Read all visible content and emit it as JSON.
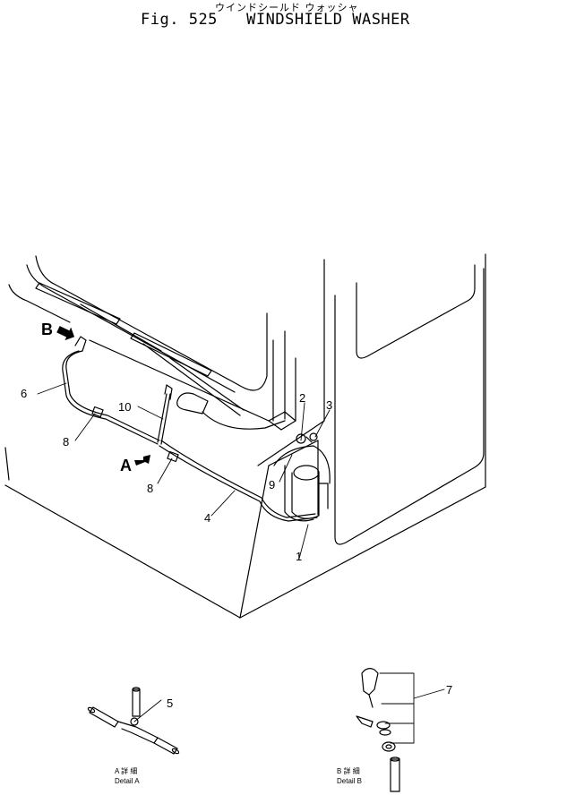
{
  "header": {
    "title_jp": "ウインドシールド ウォッシャ",
    "fig_label": "Fig.",
    "fig_number": "525",
    "title_en": "WINDSHIELD WASHER"
  },
  "views": {
    "a": "A",
    "b": "B"
  },
  "callouts": [
    "1",
    "2",
    "3",
    "4",
    "5",
    "6",
    "7",
    "8",
    "8",
    "9",
    "10"
  ],
  "details": {
    "a_jp": "A 詳 細",
    "a_en": "Detail A",
    "b_jp": "B 詳 細",
    "b_en": "Detail B"
  }
}
